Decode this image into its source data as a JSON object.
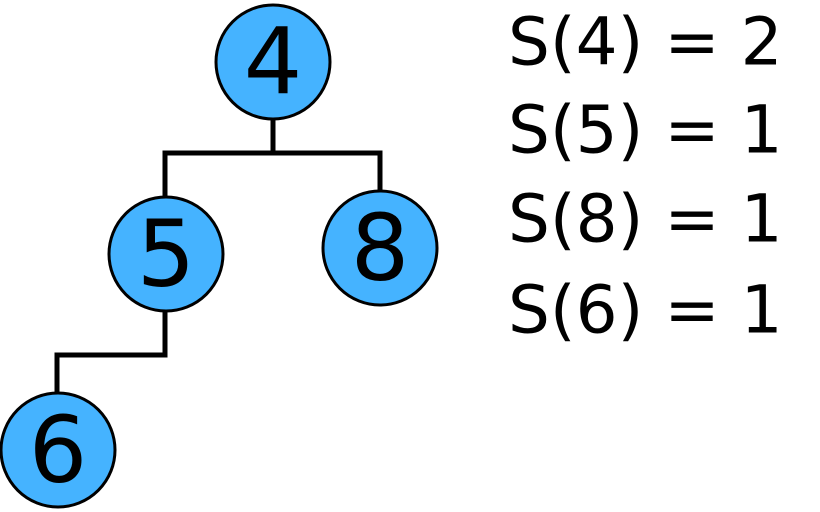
{
  "colors": {
    "node_fill": "#45b3ff",
    "stroke": "#000000",
    "background": "#ffffff"
  },
  "tree": {
    "nodes": [
      {
        "id": "n4",
        "label": "4"
      },
      {
        "id": "n5",
        "label": "5"
      },
      {
        "id": "n8",
        "label": "8"
      },
      {
        "id": "n6",
        "label": "6"
      }
    ],
    "edges": [
      {
        "from": "n4",
        "to": "n5"
      },
      {
        "from": "n4",
        "to": "n8"
      },
      {
        "from": "n5",
        "to": "n6"
      }
    ]
  },
  "equations": [
    "S(4) = 2",
    "S(5) = 1",
    "S(8) = 1",
    "S(6) = 1"
  ]
}
